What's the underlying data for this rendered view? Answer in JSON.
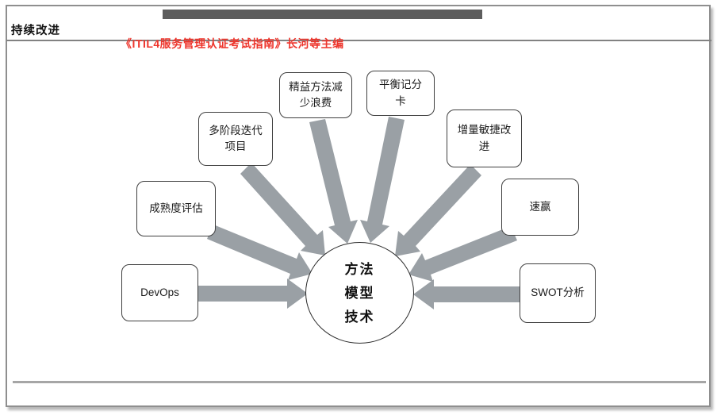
{
  "header": {
    "title": "持续改进",
    "watermark": "《ITIL4服务管理认证考试指南》长河等主编"
  },
  "diagram": {
    "center": {
      "lines": [
        "方法",
        "模型",
        "技术"
      ]
    },
    "boxes": [
      {
        "id": "lean",
        "label": "精益方法减少浪费"
      },
      {
        "id": "bsc",
        "label": "平衡记分卡"
      },
      {
        "id": "multistage",
        "label": "多阶段迭代项目"
      },
      {
        "id": "agile",
        "label": "增量敏捷改进"
      },
      {
        "id": "maturity",
        "label": "成熟度评估"
      },
      {
        "id": "quickwin",
        "label": "速赢"
      },
      {
        "id": "devops",
        "label": "DevOps"
      },
      {
        "id": "swot",
        "label": "SWOT分析"
      }
    ]
  },
  "colors": {
    "arrow": "#9aa0a5",
    "accent_bar": "#5d5d5d",
    "watermark_red": "#ee352c",
    "node_border": "#3f3f3f",
    "header_rule": "#828282",
    "footer_rule": "#a6a6a6"
  }
}
